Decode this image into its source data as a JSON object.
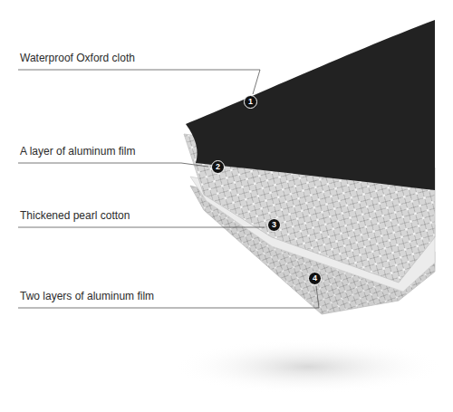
{
  "diagram": {
    "labels": [
      "Waterproof Oxford cloth",
      "1",
      "A layer of aluminum film",
      "2",
      "Thickened pearl cotton",
      "3",
      "Two layers of aluminum film",
      "4"
    ]
  }
}
